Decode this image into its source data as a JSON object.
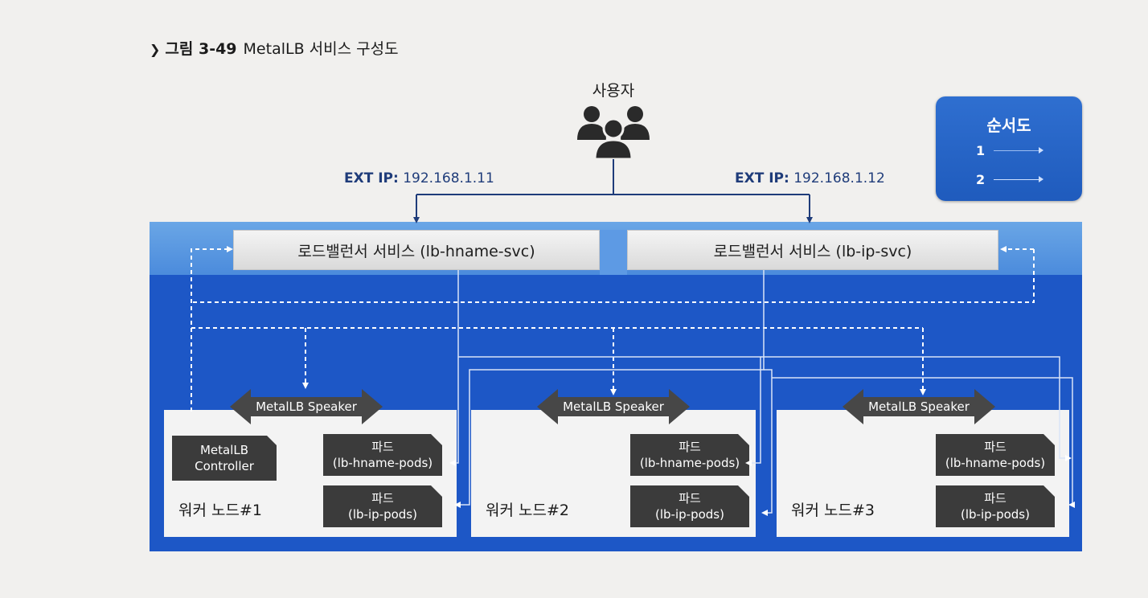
{
  "caption": {
    "chevron": "❯",
    "figure_number": "그림 3-49",
    "title": "MetalLB 서비스 구성도"
  },
  "users": {
    "label": "사용자",
    "icon": "users-group-icon"
  },
  "external_ips": [
    {
      "label": "EXT IP:",
      "value": "192.168.1.11"
    },
    {
      "label": "EXT IP:",
      "value": "192.168.1.12"
    }
  ],
  "legend": {
    "title": "순서도",
    "items": [
      {
        "number": "1",
        "style": "dashed"
      },
      {
        "number": "2",
        "style": "solid"
      }
    ]
  },
  "services": [
    {
      "label": "로드밸런서 서비스 (lb-hname-svc)"
    },
    {
      "label": "로드밸런서 서비스 (lb-ip-svc)"
    }
  ],
  "nodes": [
    {
      "label": "워커 노드#1",
      "speaker": "MetalLB Speaker",
      "controller": {
        "line1": "MetalLB",
        "line2": "Controller"
      },
      "pods": [
        {
          "line1": "파드",
          "line2": "(lb-hname-pods)"
        },
        {
          "line1": "파드",
          "line2": "(lb-ip-pods)"
        }
      ]
    },
    {
      "label": "워커 노드#2",
      "speaker": "MetalLB Speaker",
      "pods": [
        {
          "line1": "파드",
          "line2": "(lb-hname-pods)"
        },
        {
          "line1": "파드",
          "line2": "(lb-ip-pods)"
        }
      ]
    },
    {
      "label": "워커 노드#3",
      "speaker": "MetalLB Speaker",
      "pods": [
        {
          "line1": "파드",
          "line2": "(lb-hname-pods)"
        },
        {
          "line1": "파드",
          "line2": "(lb-ip-pods)"
        }
      ]
    }
  ],
  "colors": {
    "cluster": "#1d57c6",
    "band": "#5d9ae4",
    "legend": "#2566c8",
    "node": "#f3f3f3",
    "pod": "#3b3b3b",
    "text_blue": "#1f3c7a"
  }
}
